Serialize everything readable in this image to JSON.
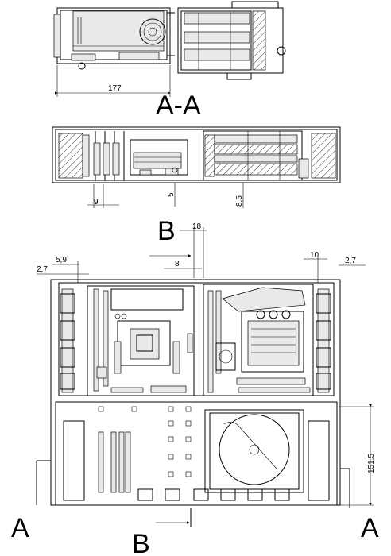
{
  "section_labels": {
    "aa": "A-A",
    "b_top": "B",
    "b_bottom": "B",
    "a_left": "A",
    "a_right": "A"
  },
  "dimensions": {
    "width_177": "177",
    "d9": "9",
    "d5": "5",
    "d8_5": "8,5",
    "d18": "18",
    "d8": "8",
    "d2_7_left": "2,7",
    "d5_9": "5,9",
    "d10": "10",
    "d2_7_right": "2,7",
    "d151_5": "151,5"
  }
}
